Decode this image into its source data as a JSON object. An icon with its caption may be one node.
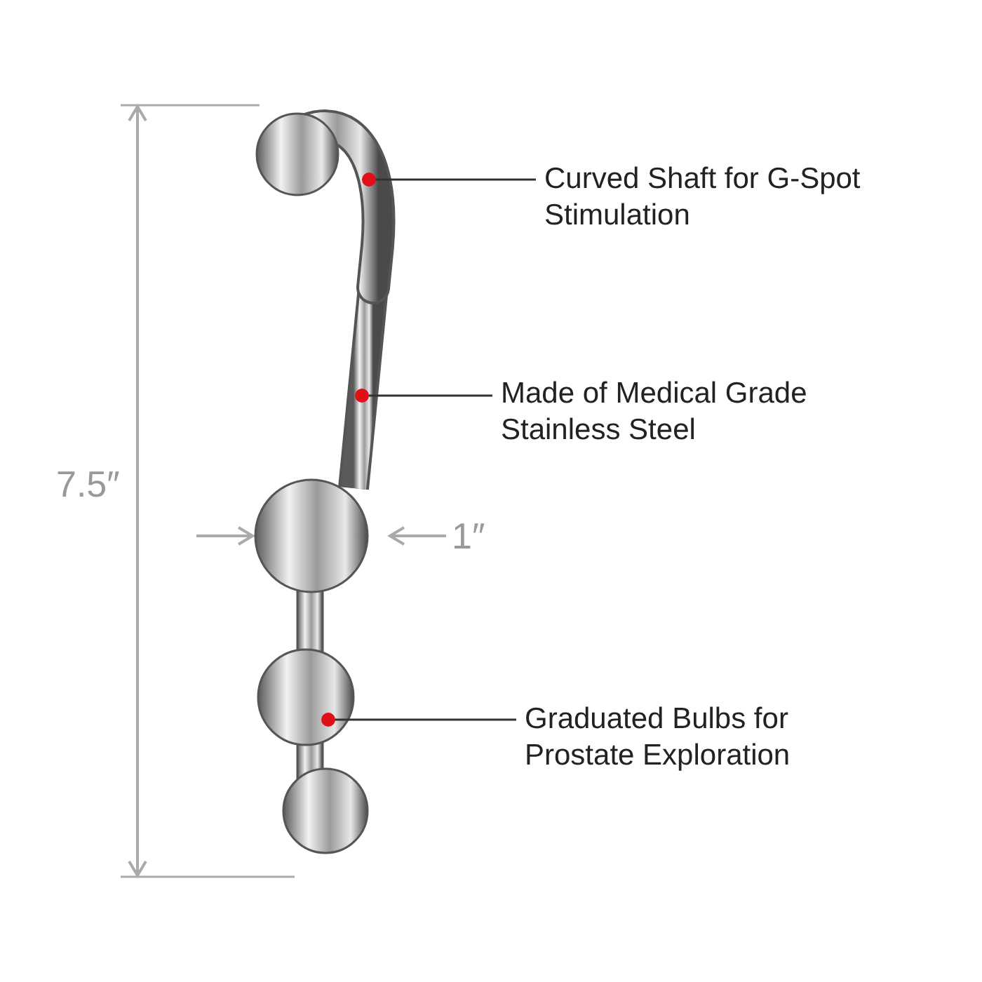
{
  "diagram": {
    "nodes": [
      {
        "text": [],
        "shape": "picture"
      },
      {
        "text": [
          "Curved Shaft for G-Spot Stimulation"
        ]
      },
      {
        "text": [],
        "shape": "picture"
      },
      {
        "text": [
          "Made of Medical Grade Stainless Steel"
        ]
      },
      {
        "text": [],
        "shape": "picture"
      },
      {
        "text": [
          "Graduated Bulbs for Prostate Exploration"
        ]
      }
    ],
    "edges": [
      {
        "from": 1,
        "to": 0,
        "arrow": "other"
      },
      {
        "from": 3,
        "to": 2,
        "arrow": "other"
      },
      {
        "from": 5,
        "to": 4,
        "arrow": "other"
      }
    ],
    "labels": [
      "7.5″",
      "1″"
    ]
  }
}
